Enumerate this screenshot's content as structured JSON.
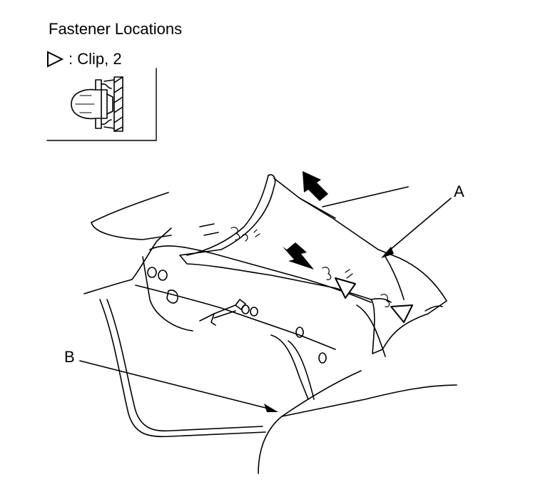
{
  "title": "Fastener Locations",
  "legend": {
    "icon": "triangle-outline-icon",
    "text": ": Clip, 2"
  },
  "callouts": {
    "a": "A",
    "b": "B"
  },
  "colors": {
    "ink": "#000000",
    "paper": "#ffffff"
  }
}
